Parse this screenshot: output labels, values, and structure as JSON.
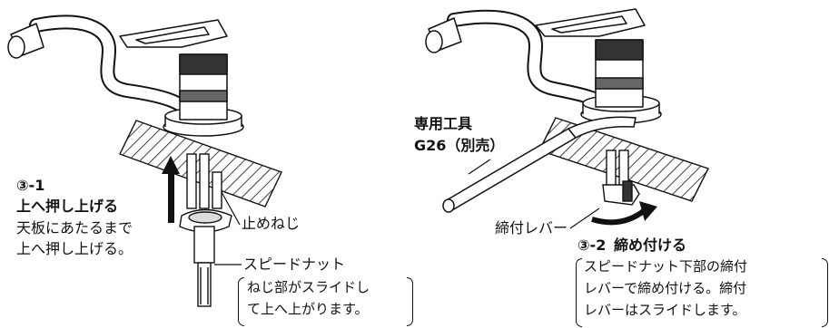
{
  "left_panel": {
    "step_number": "③-1",
    "step_title": "上へ押し上げる",
    "step_desc_1": "天板にあたるまで",
    "step_desc_2": "上へ押し上げる。",
    "set_screw_label": "止めねじ",
    "speed_nut_label": "スピードナット",
    "speed_nut_note_1": "ねじ部がスライドし",
    "speed_nut_note_2": "て上へ上がります。"
  },
  "right_panel": {
    "tool_name_1": "専用工具",
    "tool_name_2": "G26（別売）",
    "lever_label": "締付レバー",
    "step_number": "③-2",
    "step_title": "締め付ける",
    "note_1": "スピードナット下部の締付",
    "note_2": "レバーで締め付ける。締付",
    "note_3": "レバーはスライドします。"
  }
}
